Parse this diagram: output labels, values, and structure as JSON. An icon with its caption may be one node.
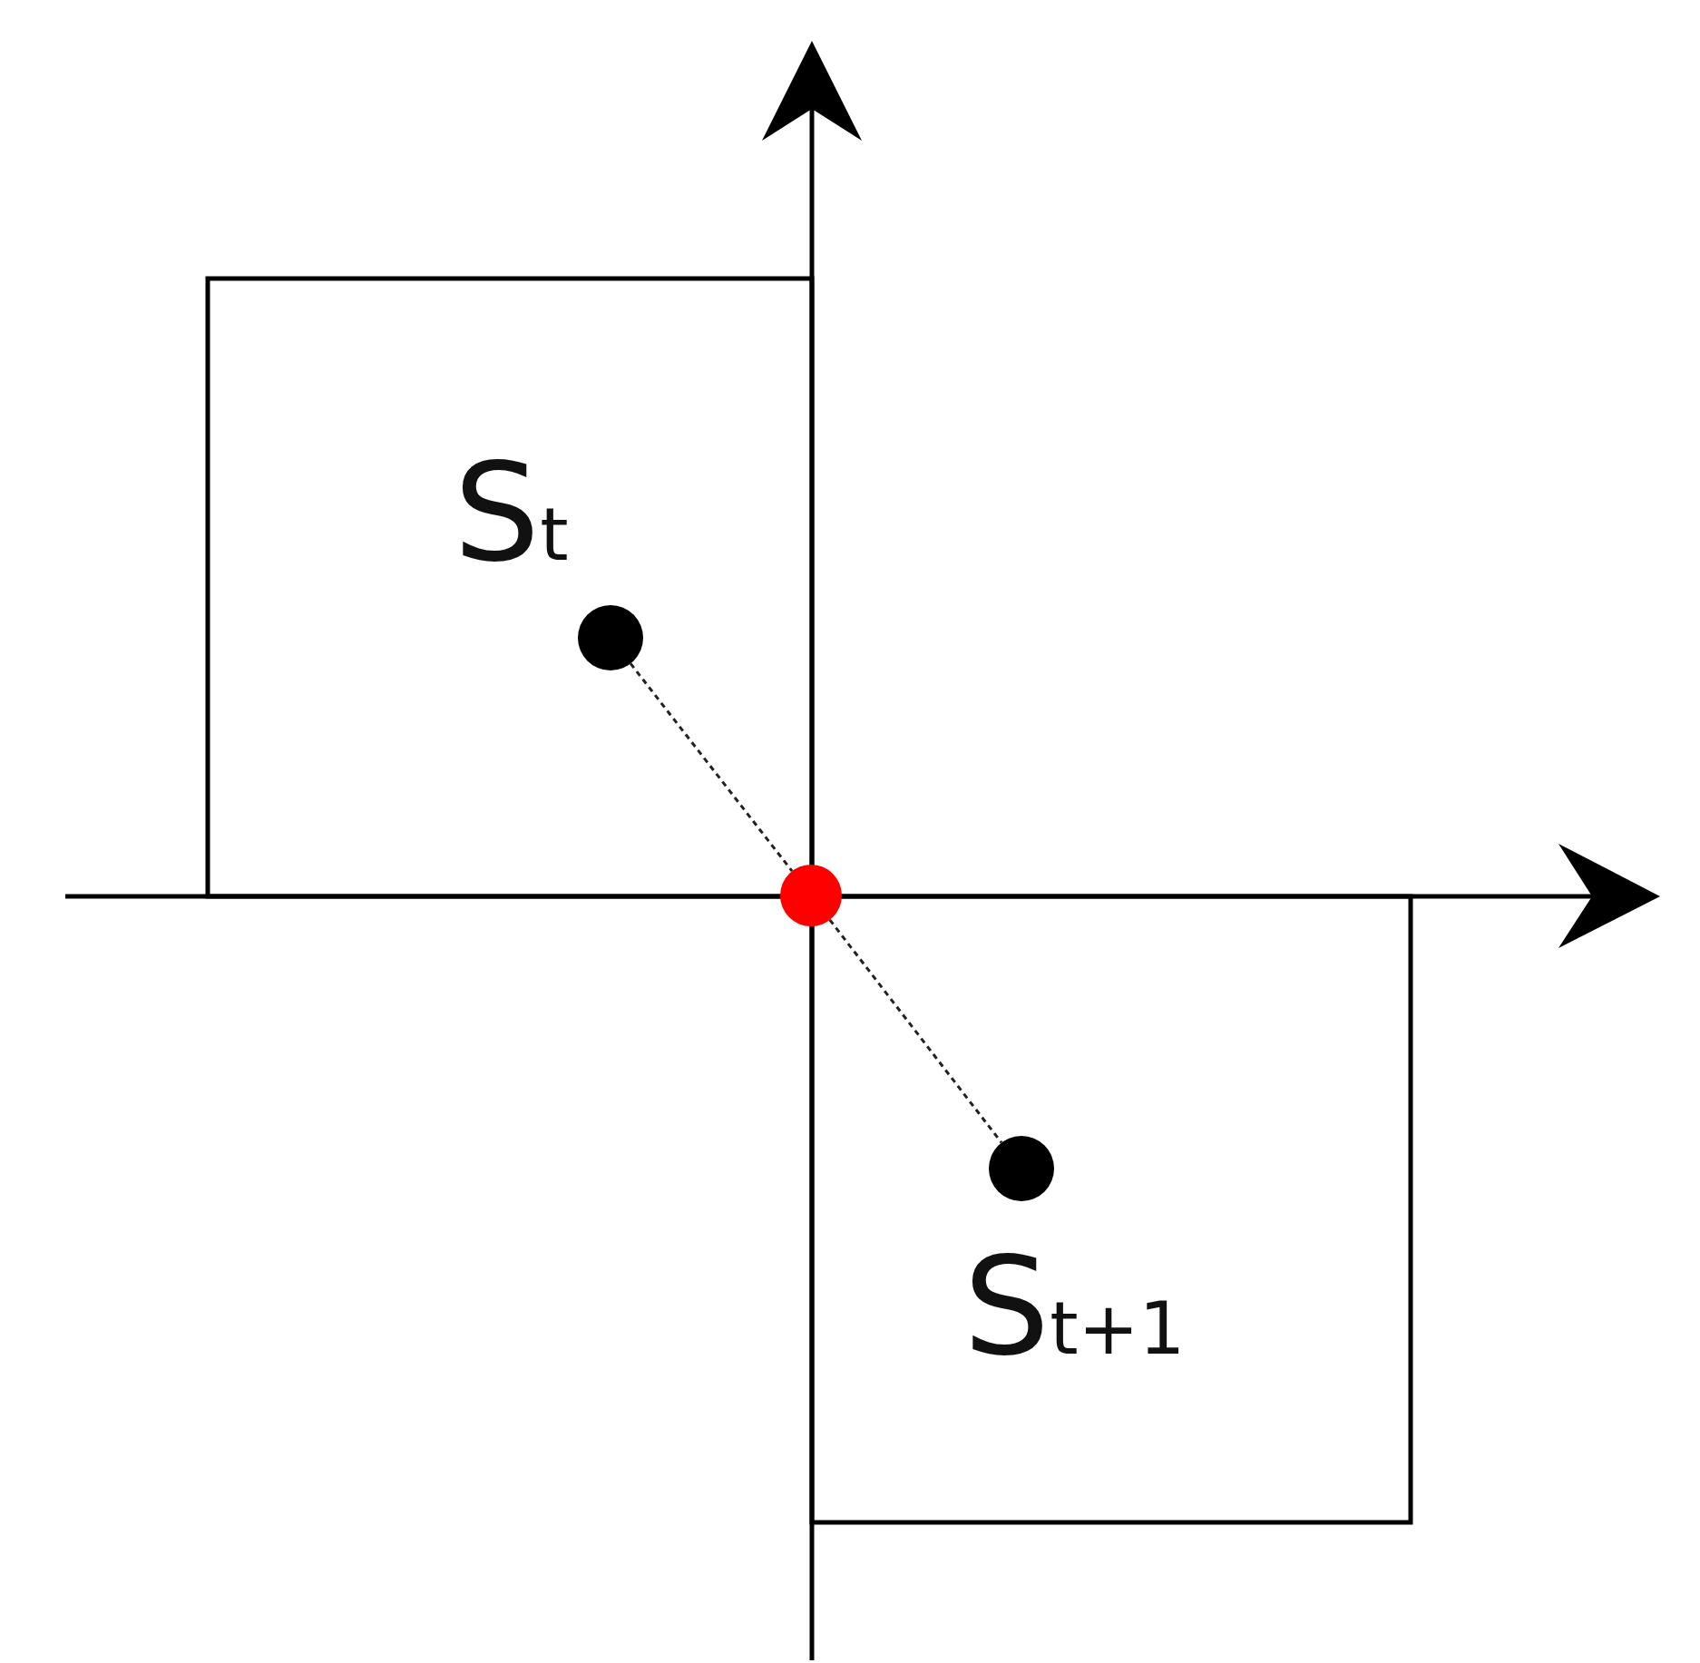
{
  "diagram": {
    "nodes": [
      {
        "text": [
          "S$_{t}$"
        ]
      },
      {
        "text": [],
        "shape": "circle"
      },
      {
        "text": [
          "S$_{t+1}$"
        ]
      }
    ],
    "edges": [
      {
        "from": 0,
        "to": 1,
        "arrow": "none",
        "style": "dashed"
      },
      {
        "from": 1,
        "to": 2,
        "arrow": "none",
        "style": "dashed"
      }
    ]
  }
}
